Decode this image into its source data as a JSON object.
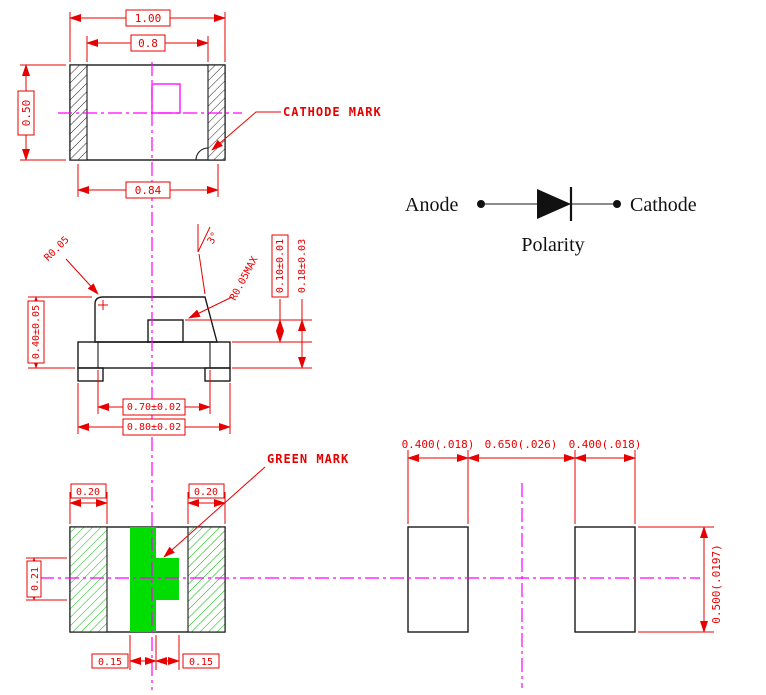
{
  "drawing": {
    "top_view": {
      "dim_overall_width": "1.00",
      "dim_inner_width": "0.8",
      "dim_height": "0.50",
      "dim_bottom_width": "0.84",
      "cathode_mark_label": "CATHODE MARK"
    },
    "polarity": {
      "anode": "Anode",
      "cathode": "Cathode",
      "caption": "Polarity"
    },
    "side_view": {
      "radius_top": "R0.05",
      "angle": "3°",
      "radius_max": "R0.05MAX",
      "dim_body_height": "0.40±0.05",
      "dim_step_height": "0.10±0.01",
      "dim_lead_height": "0.18±0.03",
      "dim_inner_width": "0.70±0.02",
      "dim_overall_width": "0.80±0.02"
    },
    "bottom_view": {
      "green_mark_label": "GREEN MARK",
      "dim_band_left": "0.20",
      "dim_band_right": "0.20",
      "dim_mark_height": "0.21",
      "dim_mark_left": "0.15",
      "dim_mark_right": "0.15"
    },
    "pad_layout": {
      "dim_pad_left": "0.400(.018)",
      "dim_gap": "0.650(.026)",
      "dim_pad_right": "0.400(.018)",
      "dim_height": "0.500(.0197)"
    }
  },
  "colors": {
    "dimension": "#e80000",
    "outline": "#1a1a1a",
    "centerline": "#ff00ff",
    "green_mark": "#00dd00"
  }
}
